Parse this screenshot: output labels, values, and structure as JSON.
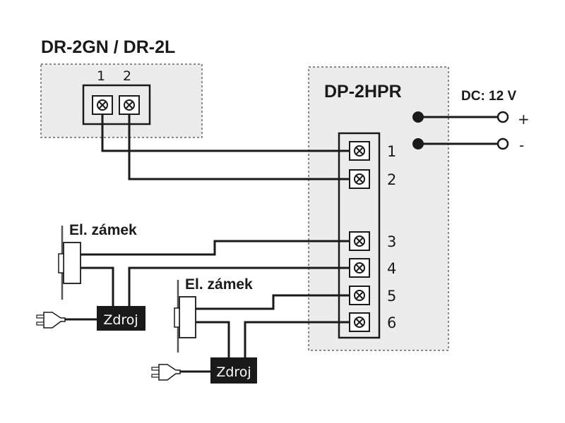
{
  "devices": {
    "outdoor_station": {
      "title": "DR-2GN / DR-2L",
      "terminals": [
        "1",
        "2"
      ]
    },
    "controller": {
      "title": "DP-2HPR",
      "terminals": [
        "1",
        "2",
        "3",
        "4",
        "5",
        "6"
      ]
    }
  },
  "power": {
    "label": "DC: 12 V",
    "plus": "+",
    "minus": "-"
  },
  "locks": [
    {
      "label": "El. zámek",
      "supply": "Zdroj"
    },
    {
      "label": "El. zámek",
      "supply": "Zdroj"
    }
  ]
}
